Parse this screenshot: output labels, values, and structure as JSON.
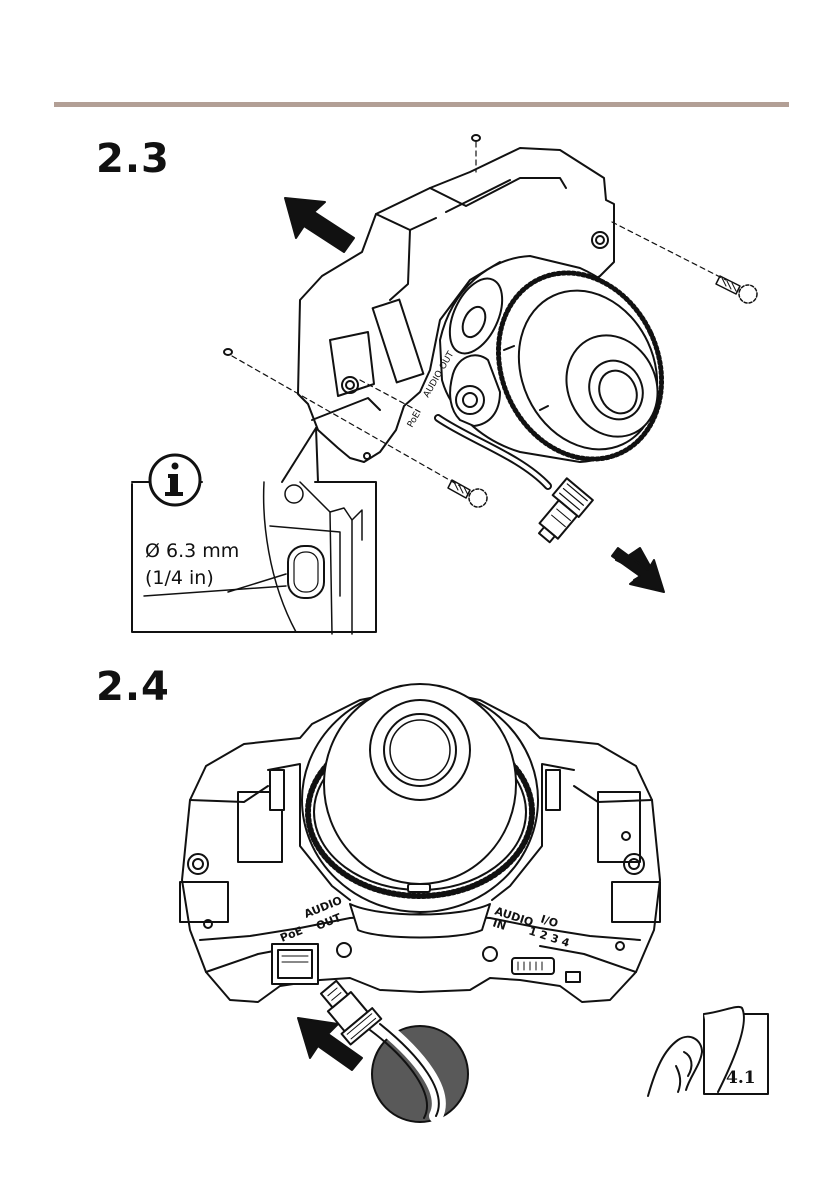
{
  "header": {
    "divider_color": "#b29f95"
  },
  "steps": [
    {
      "label": "2.3"
    },
    {
      "label": "2.4"
    }
  ],
  "callout": {
    "icon": "info-icon",
    "diameter_label": "Ø 6.3 mm",
    "inch_label": "(1/4 in)"
  },
  "figure_1": {
    "connector_labels": [
      "PoE",
      "AUDIO OUT"
    ]
  },
  "figure_2": {
    "connector_labels": {
      "poe": "PoE",
      "audio_out_1": "AUDIO",
      "audio_out_2": "OUT",
      "audio_in_1": "AUDIO",
      "audio_in_2": "IN",
      "io_1": "I/O",
      "io_2": "1 2 3 4"
    }
  },
  "reference": {
    "icon": "hand-page-icon",
    "page": "4.1"
  }
}
